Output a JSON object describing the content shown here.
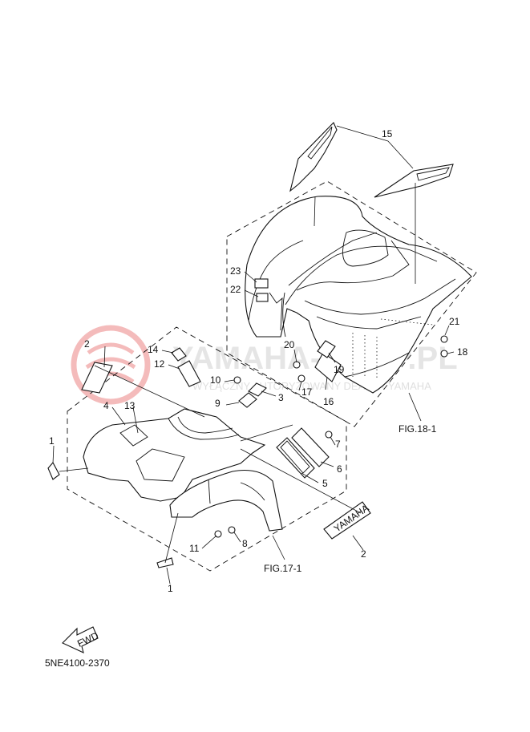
{
  "diagram": {
    "callouts": [
      {
        "id": "c1a",
        "text": "1"
      },
      {
        "id": "c1b",
        "text": "1"
      },
      {
        "id": "c2a",
        "text": "2"
      },
      {
        "id": "c2b",
        "text": "2"
      },
      {
        "id": "c3",
        "text": "3"
      },
      {
        "id": "c4",
        "text": "4"
      },
      {
        "id": "c5",
        "text": "5"
      },
      {
        "id": "c6",
        "text": "6"
      },
      {
        "id": "c7",
        "text": "7"
      },
      {
        "id": "c8",
        "text": "8"
      },
      {
        "id": "c9",
        "text": "9"
      },
      {
        "id": "c10",
        "text": "10"
      },
      {
        "id": "c11",
        "text": "11"
      },
      {
        "id": "c12",
        "text": "12"
      },
      {
        "id": "c13",
        "text": "13"
      },
      {
        "id": "c14",
        "text": "14"
      },
      {
        "id": "c15",
        "text": "15"
      },
      {
        "id": "c16",
        "text": "16"
      },
      {
        "id": "c17",
        "text": "17"
      },
      {
        "id": "c18",
        "text": "18"
      },
      {
        "id": "c19",
        "text": "19"
      },
      {
        "id": "c20",
        "text": "20"
      },
      {
        "id": "c21",
        "text": "21"
      },
      {
        "id": "c22",
        "text": "22"
      },
      {
        "id": "c23",
        "text": "23"
      }
    ],
    "fig_refs": {
      "rear": "FIG.18-1",
      "front": "FIG.17-1"
    },
    "fwd_label": "FWD",
    "decal_text": "YAMAHA",
    "drawing_code": "5NE4100-2370"
  },
  "watermark": {
    "main": "YAMAHA-SHOP.PL",
    "sub": "WYŁĄCZNY AUTORYZOWANY DEALER YAMAHA"
  }
}
